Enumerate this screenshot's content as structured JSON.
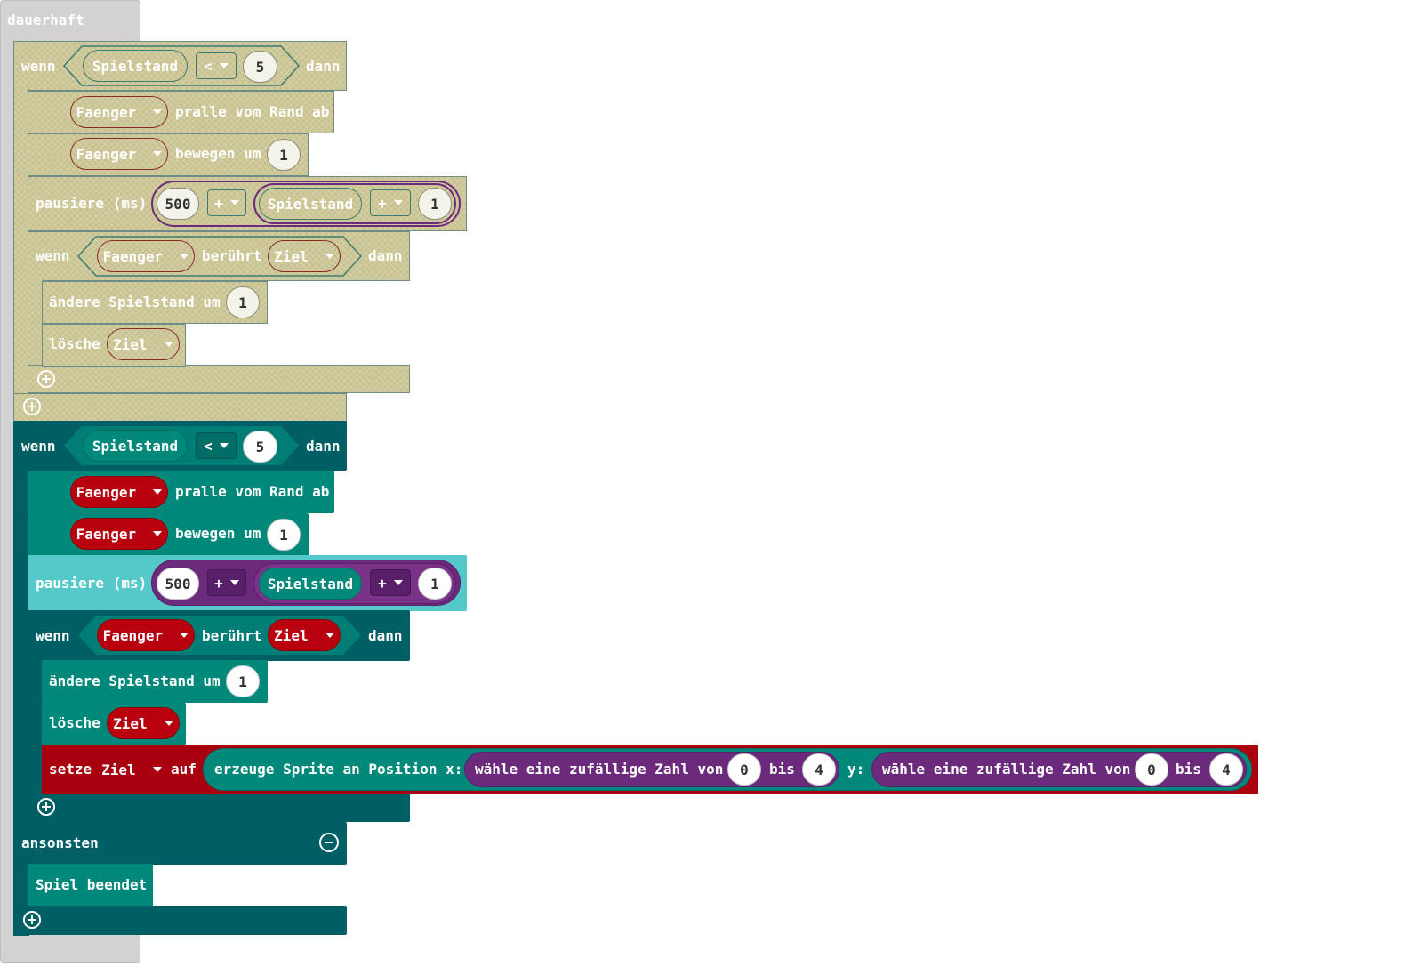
{
  "forever": {
    "label": "dauerhaft"
  },
  "ghost": {
    "if1": {
      "wenn": "wenn",
      "var": "Spielstand",
      "op": "<",
      "val": "5",
      "dann": "dann"
    },
    "bounce": {
      "sprite": "Faenger",
      "text": "pralle vom Rand ab"
    },
    "move": {
      "sprite": "Faenger",
      "text": "bewegen um",
      "val": "1"
    },
    "pause": {
      "text": "pausiere (ms)",
      "a": "500",
      "op1": "+",
      "var": "Spielstand",
      "op2": "+",
      "b": "1"
    },
    "if2": {
      "wenn": "wenn",
      "sprite": "Faenger",
      "touch": "berührt",
      "kind": "Ziel",
      "dann": "dann"
    },
    "change": {
      "text": "ändere Spielstand um",
      "val": "1"
    },
    "delete": {
      "text": "lösche",
      "kind": "Ziel"
    }
  },
  "main": {
    "if1": {
      "wenn": "wenn",
      "var": "Spielstand",
      "op": "<",
      "val": "5",
      "dann": "dann"
    },
    "bounce": {
      "sprite": "Faenger",
      "text": "pralle vom Rand ab"
    },
    "move": {
      "sprite": "Faenger",
      "text": "bewegen um",
      "val": "1"
    },
    "pause": {
      "text": "pausiere (ms)",
      "a": "500",
      "op1": "+",
      "var": "Spielstand",
      "op2": "+",
      "b": "1"
    },
    "if2": {
      "wenn": "wenn",
      "sprite": "Faenger",
      "touch": "berührt",
      "kind": "Ziel",
      "dann": "dann"
    },
    "change": {
      "text": "ändere Spielstand um",
      "val": "1"
    },
    "delete": {
      "text": "lösche",
      "kind": "Ziel"
    },
    "set": {
      "setze": "setze",
      "kind": "Ziel",
      "auf": "auf",
      "create": "erzeuge Sprite an Position x:",
      "rand1": "wähle eine zufällige Zahl von",
      "r1from": "0",
      "bis1": "bis",
      "r1to": "4",
      "y": "y:",
      "rand2": "wähle eine zufällige Zahl von",
      "r2from": "0",
      "bis2": "bis",
      "r2to": "4"
    },
    "else": "ansonsten",
    "gameover": "Spiel beendet"
  }
}
